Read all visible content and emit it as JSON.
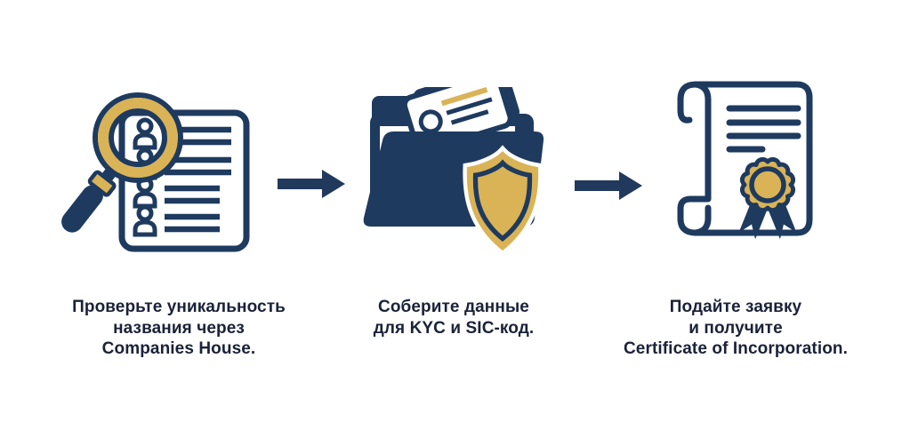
{
  "figure": {
    "type": "three-step-process-infographic",
    "direction": "left-to-right"
  },
  "colors": {
    "navy": "#1e3a5f",
    "gold": "#d9b355",
    "text": "#1a2238",
    "background": "#ffffff"
  },
  "steps": [
    {
      "icon": "magnifier-document-icon",
      "lines": [
        "Проверьте уникальность",
        "названия через",
        "Companies House."
      ]
    },
    {
      "icon": "folder-shield-icon",
      "lines": [
        "Соберите данные",
        "для KYC и SIC-код."
      ]
    },
    {
      "icon": "certificate-scroll-icon",
      "lines": [
        "Подайте заявку",
        "и получите",
        "Certificate of Incorporation."
      ]
    }
  ],
  "arrows": [
    {
      "icon": "arrow-right-icon"
    },
    {
      "icon": "arrow-right-icon"
    }
  ]
}
